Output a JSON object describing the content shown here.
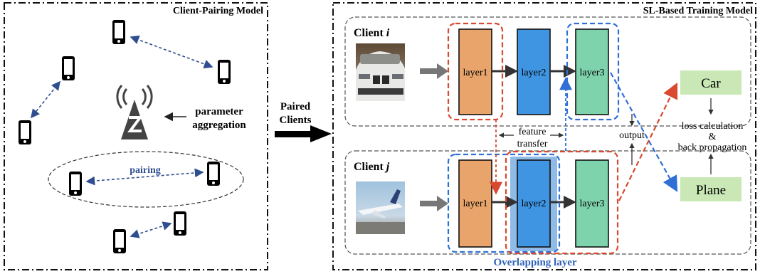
{
  "left_panel": {
    "title": "Client-Pairing Model",
    "parameter_label_line1": "parameter",
    "parameter_label_line2": "aggregation",
    "pairing_label": "pairing"
  },
  "middle": {
    "line1": "Paired",
    "line2": "Clients"
  },
  "right_panel": {
    "title": "SL-Based Training Model",
    "client_i": {
      "prefix": "Client ",
      "var": "i"
    },
    "client_j": {
      "prefix": "Client ",
      "var": "j"
    },
    "layers_i": [
      "layer1",
      "layer2",
      "layer3"
    ],
    "layers_j": [
      "layer1",
      "layer2",
      "layer3"
    ],
    "feature_transfer_line1": "feature",
    "feature_transfer_line2": "transfer",
    "output_label": "output",
    "loss_line1": "loss calculation",
    "loss_line2": "&",
    "loss_line3": "back propagation",
    "class_car": "Car",
    "class_plane": "Plane",
    "overlap_label": "Overlapping layer"
  },
  "colors": {
    "layer1": "#e8a46a",
    "layer2": "#3f95e2",
    "layer3": "#7ed3ad",
    "class_box": "#c9e8b5",
    "red_dash": "#d8492f",
    "blue_dash": "#2f6fd6",
    "overlap_text": "#2f62b8",
    "pairing_text": "#2f4e8f",
    "highlight": "#8fbbe6"
  }
}
